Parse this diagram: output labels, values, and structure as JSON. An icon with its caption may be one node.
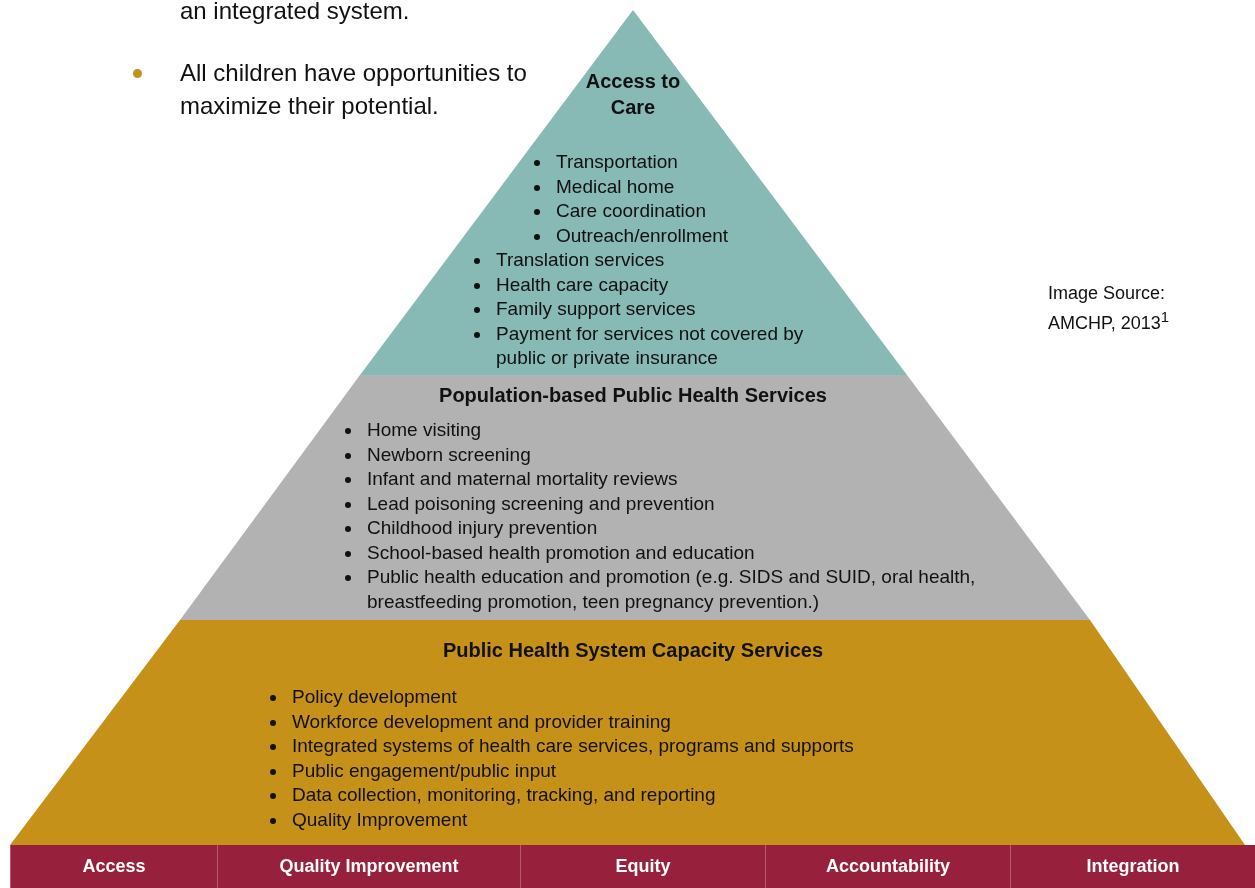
{
  "diagram": {
    "nodes": [
      {
        "text": [
          "Access to Care",
          "Transportation",
          "Medical home",
          "Care coordination",
          "Outreach/enrollment",
          "Translation services",
          "Health care capacity",
          "Family support services",
          "Payment for services not covered by public or private insurance"
        ]
      },
      {
        "text": [
          "Population-based Public Health Services",
          "Home visiting",
          "Newborn screening",
          "Infant and maternal mortality reviews",
          "Lead poisoning screening and prevention",
          "Childhood injury prevention",
          "School-based health promotion and education",
          "Public health education and promotion (e.g. SIDS and SUID, oral health, breastfeeding promotion, teen pregnancy prevention.)"
        ]
      },
      {
        "text": [
          "Public Health System Capacity Services",
          "Policy development",
          "Workforce development and provider training",
          "Integrated systems of health care services, programs and supports",
          "Public engagement/public input",
          "Data collection, monitoring, tracking, and reporting",
          "Quality Improvement"
        ]
      },
      {
        "text": [
          "Access"
        ]
      },
      {
        "text": [
          "Quality Improvement"
        ]
      },
      {
        "text": [
          "Equity"
        ]
      },
      {
        "text": [
          "Accountability"
        ]
      },
      {
        "text": [
          "Integration"
        ]
      }
    ],
    "edges": [],
    "labels": [
      "an integrated system.",
      "All children have opportunities to maximize their potential.",
      "Image Source: AMCHP, 2013$^{1}$"
    ]
  }
}
